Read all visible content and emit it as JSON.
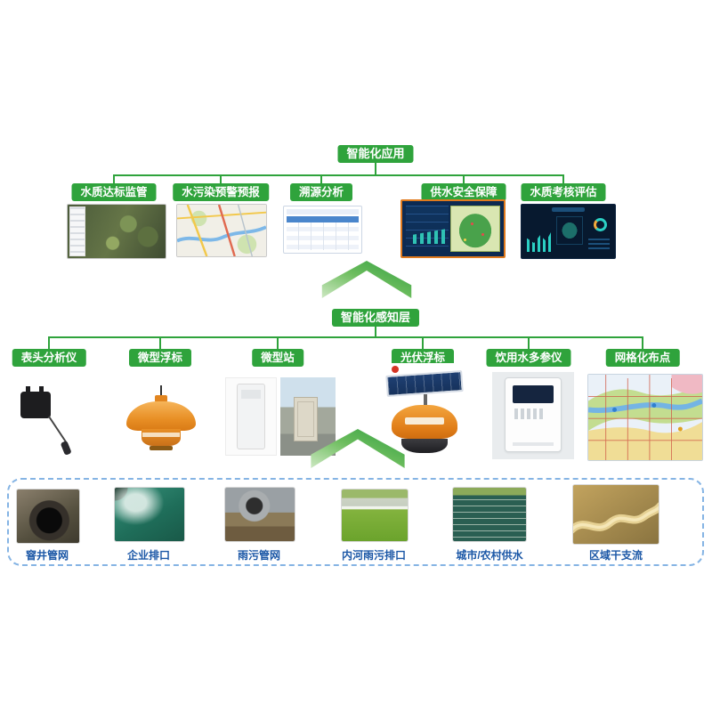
{
  "diagram": {
    "app_layer": {
      "title": "智能化应用",
      "items": [
        {
          "label": "水质达标监管",
          "image": "satellite-monitoring"
        },
        {
          "label": "水污染预警预报",
          "image": "pollution-forecast-map"
        },
        {
          "label": "溯源分析",
          "image": "trace-analysis-table"
        },
        {
          "label": "供水安全保障",
          "image": "water-supply-dashboard"
        },
        {
          "label": "水质考核评估",
          "image": "assessment-dashboard"
        }
      ]
    },
    "perception_layer": {
      "title": "智能化感知层",
      "items": [
        {
          "label": "表头分析仪",
          "image": "probe-analyzer"
        },
        {
          "label": "微型浮标",
          "image": "micro-buoy"
        },
        {
          "label": "微型站",
          "image": "micro-station"
        },
        {
          "label": "光伏浮标",
          "image": "solar-buoy"
        },
        {
          "label": "饮用水多参仪",
          "image": "drinking-water-analyzer"
        },
        {
          "label": "网格化布点",
          "image": "grid-layout-map"
        }
      ]
    },
    "monitoring_targets": {
      "items": [
        {
          "label": "窨井管网",
          "image": "manhole-network"
        },
        {
          "label": "企业排口",
          "image": "enterprise-outlet"
        },
        {
          "label": "雨污管网",
          "image": "sewage-pipe"
        },
        {
          "label": "内河雨污排口",
          "image": "river-outlet"
        },
        {
          "label": "城市/农村供水",
          "image": "water-supply-aerial"
        },
        {
          "label": "区域干支流",
          "image": "regional-river-aerial"
        }
      ]
    },
    "colors": {
      "node_green": "#2fa33c",
      "label_blue": "#1b57a6",
      "dashed_border_blue": "#85b4e4",
      "highlight_orange": "#e07a1e",
      "arrow_green": "#3fa34a"
    }
  }
}
